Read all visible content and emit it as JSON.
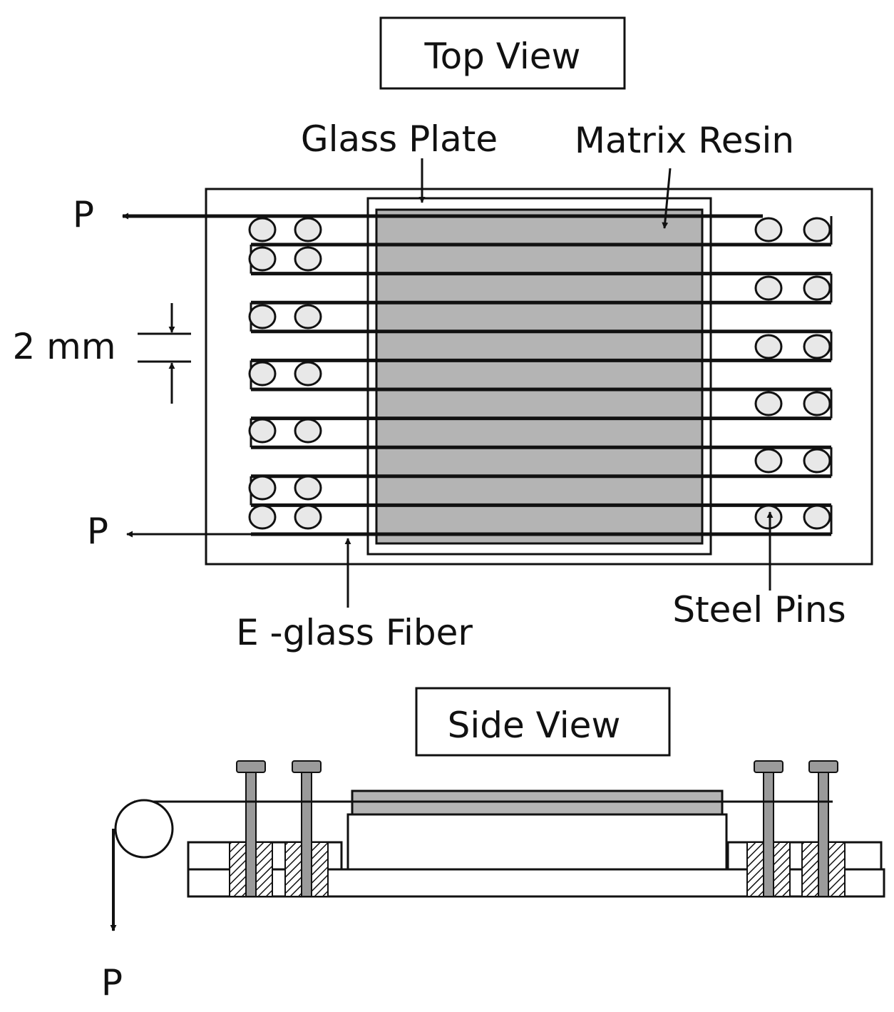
{
  "top_view": {
    "title": "Top View",
    "labels": {
      "glass_plate": "Glass Plate",
      "matrix_resin": "Matrix Resin",
      "spacing": "2 mm",
      "fiber": "E -glass Fiber",
      "pins": "Steel Pins",
      "load_top": "P",
      "load_bottom": "P"
    }
  },
  "side_view": {
    "title": "Side View",
    "labels": {
      "load": "P"
    }
  },
  "colors": {
    "line": "#111111",
    "resin": "#b4b4b4",
    "pin_fill": "#e8e8e8",
    "pin_gray": "#9a9a9a"
  }
}
